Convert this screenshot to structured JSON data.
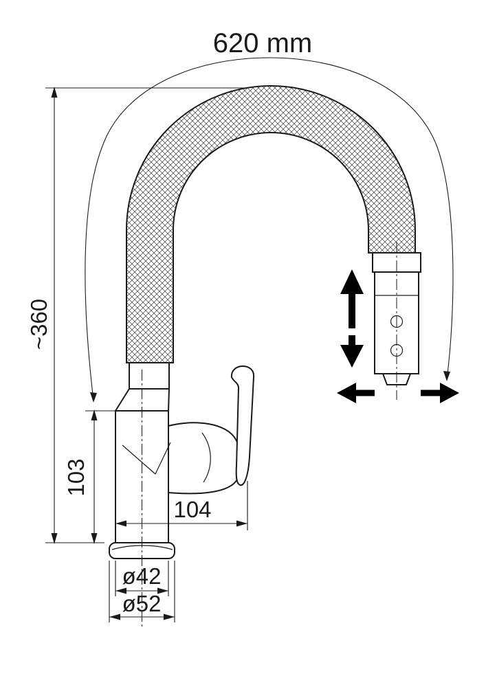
{
  "drawing": {
    "type": "faucet-technical-dimension-drawing",
    "dimensions": {
      "hose_length": "620  mm",
      "overall_height": "~360",
      "body_height": "103",
      "spout_reach": "104",
      "aerator_diameter": "ø42",
      "base_diameter": "ø52"
    },
    "icons": {
      "vertical_movement": "bold up/down arrows (pull-down spray head travel)",
      "horizontal_movement": "bold left/right arrows (spray head swivel/pull-out)"
    },
    "colors": {
      "line": "#1a1a1a",
      "hatch": "#3a3a3a",
      "background": "#ffffff"
    }
  }
}
